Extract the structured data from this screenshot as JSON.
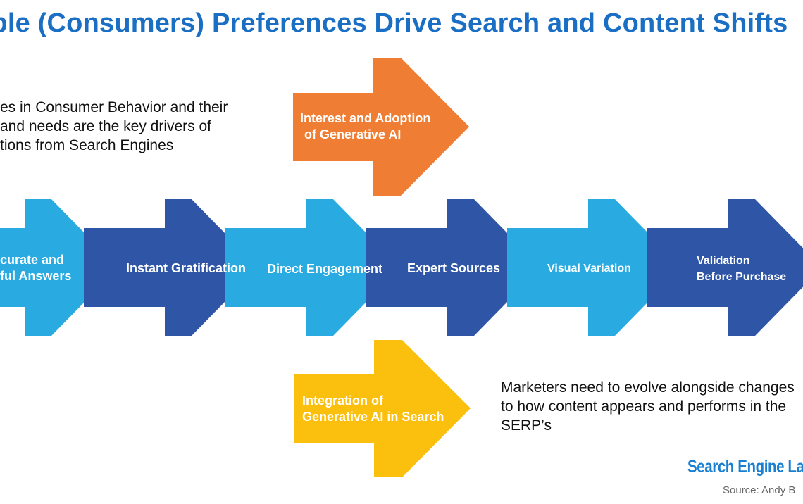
{
  "title": "ople (Consumers) Preferences Drive Search and Content Shifts",
  "intro": {
    "line1": "es in Consumer Behavior and their",
    "line2": "and needs are the key drivers of",
    "line3": "tions  from Search Engines"
  },
  "top_arrow": {
    "line1": "Interest and Adoption",
    "line2": "of Generative AI",
    "color": "#ef7d33"
  },
  "bottom_arrow": {
    "line1": "Integration of",
    "line2": "Generative AI in Search",
    "color": "#fbbf0e"
  },
  "chain": [
    {
      "line1": "curate and",
      "line2": "ful Answers",
      "color": "#29abe2"
    },
    {
      "line1": "Instant Gratification",
      "line2": "",
      "color": "#2f56a6"
    },
    {
      "line1": "Direct Engagement",
      "line2": "",
      "color": "#29abe2"
    },
    {
      "line1": "Expert Sources",
      "line2": "",
      "color": "#2f56a6"
    },
    {
      "line1": "Visual Variation",
      "line2": "",
      "color": "#29abe2"
    },
    {
      "line1": "Validation",
      "line2": "Before Purchase",
      "color": "#2f56a6"
    }
  ],
  "note": {
    "line1": "Marketers need to evolve alongside changes",
    "line2": "to how content appears and performs in the",
    "line3": "SERP’s"
  },
  "brand": "Search Engine La",
  "source": "Source: Andy B",
  "colors": {
    "title": "#1a6fc4",
    "light_blue": "#29abe2",
    "dark_blue": "#2f56a6",
    "orange": "#ef7d33",
    "yellow": "#fbbf0e"
  }
}
